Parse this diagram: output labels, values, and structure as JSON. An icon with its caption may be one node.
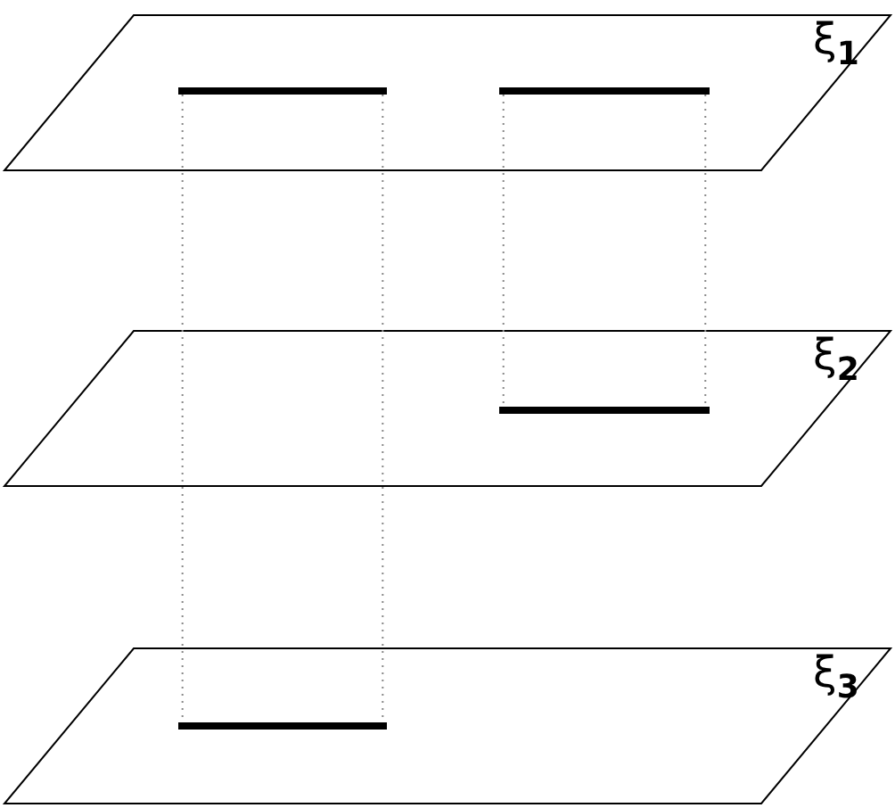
{
  "diagram": {
    "nodes": [
      {
        "text": [
          "ξ$_{1}$"
        ]
      },
      {
        "text": [
          "ξ$_{2}$"
        ]
      },
      {
        "text": [
          "ξ$_{3}$"
        ]
      },
      {
        "text": [],
        "shape": "bar",
        "in": 0
      },
      {
        "text": [],
        "shape": "bar",
        "in": 0
      },
      {
        "text": [],
        "shape": "bar",
        "in": 1
      },
      {
        "text": [],
        "shape": "bar",
        "in": 2
      }
    ],
    "edges": [
      {
        "from": 3,
        "to": 6,
        "arrow": "none",
        "style": "dashed"
      },
      {
        "from": 3,
        "to": 6,
        "arrow": "none",
        "style": "dashed"
      },
      {
        "from": 4,
        "to": 5,
        "arrow": "none",
        "style": "dashed"
      },
      {
        "from": 4,
        "to": 5,
        "arrow": "none",
        "style": "dashed"
      }
    ]
  }
}
